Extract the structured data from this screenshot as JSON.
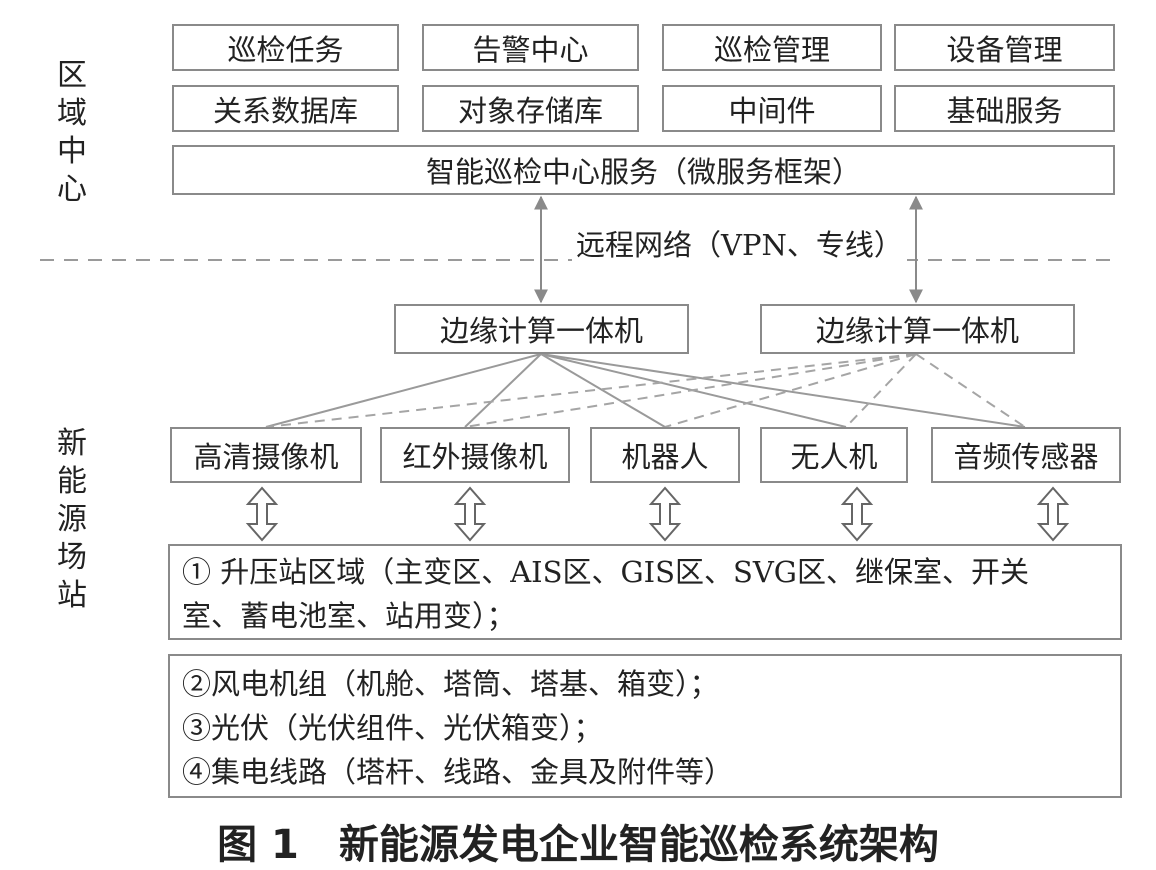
{
  "region": {
    "label": [
      "区",
      "域",
      "中",
      "心"
    ],
    "apps": [
      "巡检任务",
      "告警中心",
      "巡检管理",
      "设备管理"
    ],
    "infra": [
      "关系数据库",
      "对象存储库",
      "中间件",
      "基础服务"
    ],
    "service": "智能巡检中心服务（微服务框架）"
  },
  "network": {
    "label": "远程网络（VPN、专线）"
  },
  "station": {
    "label": [
      "新",
      "能",
      "源",
      "场",
      "站"
    ],
    "edge": [
      "边缘计算一体机",
      "边缘计算一体机"
    ],
    "devices": [
      "高清摄像机",
      "红外摄像机",
      "机器人",
      "无人机",
      "音频传感器"
    ],
    "areas1": [
      "① 升压站区域（主变区、AIS区、GIS区、SVG区、继保室、开关",
      "室、蓄电池室、站用变）；"
    ],
    "areas2": [
      "②风电机组（机舱、塔筒、塔基、箱变）；",
      "③光伏（光伏组件、光伏箱变）；",
      "④集电线路（塔杆、线路、金具及附件等）"
    ]
  },
  "caption": "图 1　新能源发电企业智能巡检系统架构"
}
